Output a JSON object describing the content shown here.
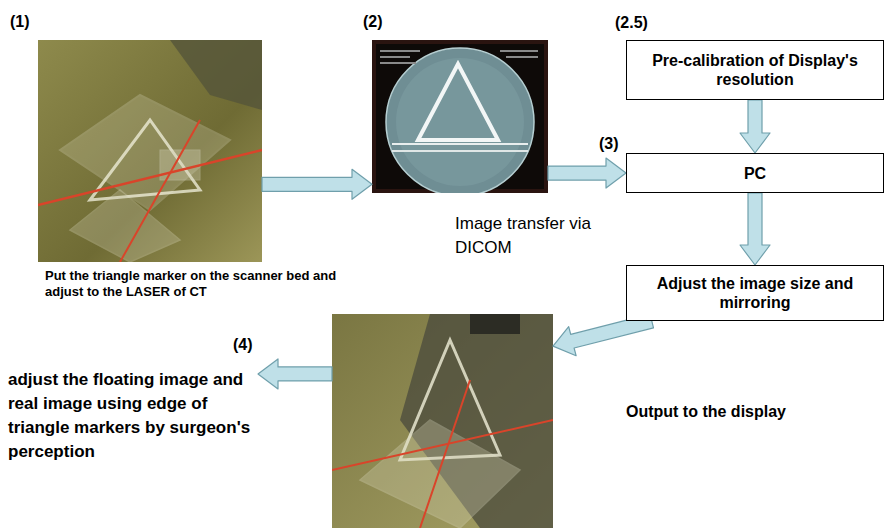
{
  "diagram": {
    "nodes": [
      {
        "text": [
          "(1)",
          "Put the triangle marker on the scanner bed and adjust to the LASER of CT"
        ]
      },
      {
        "text": [
          "(2)"
        ]
      },
      {
        "text": [
          "(2.5)",
          "Pre-calibration of Display's resolution"
        ]
      },
      {
        "text": [
          "(3)",
          "PC"
        ]
      },
      {
        "text": [
          "Adjust the image size and mirroring"
        ]
      },
      {
        "text": [
          "(4)",
          "Output to the display"
        ]
      },
      {
        "text": [
          "adjust the floating image and real image using edge of triangle markers by surgeon's perception"
        ]
      }
    ],
    "edges": [
      {
        "from": 0,
        "to": 1,
        "arrow": "to"
      },
      {
        "from": 1,
        "to": 3,
        "label": "Image transfer via DICOM",
        "arrow": "to"
      },
      {
        "from": 2,
        "to": 3,
        "arrow": "to"
      },
      {
        "from": 3,
        "to": 4,
        "arrow": "to"
      },
      {
        "from": 4,
        "to": 5,
        "arrow": "to"
      },
      {
        "from": 5,
        "to": 6,
        "arrow": "to"
      }
    ]
  }
}
